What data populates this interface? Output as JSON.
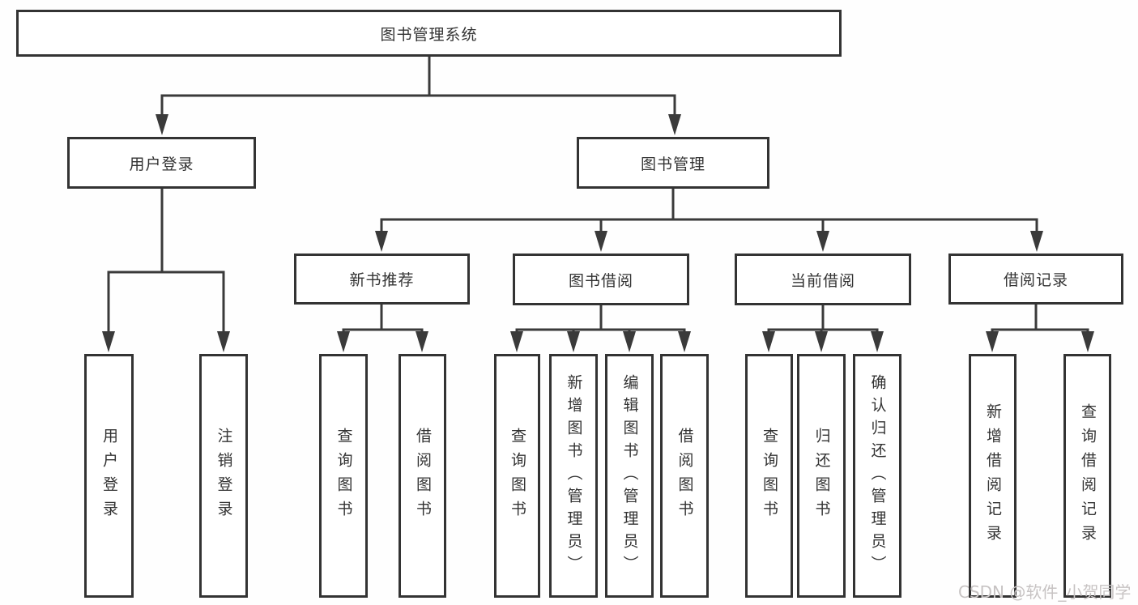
{
  "diagram": {
    "root": {
      "label": "图书管理系统"
    },
    "level2": [
      {
        "label": "用户登录"
      },
      {
        "label": "图书管理"
      }
    ],
    "level3": [
      {
        "label": "新书推荐"
      },
      {
        "label": "图书借阅"
      },
      {
        "label": "当前借阅"
      },
      {
        "label": "借阅记录"
      }
    ],
    "leaves": {
      "user": [
        "用户登录",
        "注销登录"
      ],
      "recommend": [
        "查询图书",
        "借阅图书"
      ],
      "borrow": [
        "查询图书",
        "新增图书（管理员）",
        "编辑图书（管理员）",
        "借阅图书"
      ],
      "current": [
        "查询图书",
        "归还图书",
        "确认归还（管理员）"
      ],
      "records": [
        "新增借阅记录",
        "查询借阅记录"
      ]
    }
  },
  "colors": {
    "box_border": "#333333",
    "connector_line": "#3a3a3a",
    "text": "#333333",
    "watermark": "#c7c3c3",
    "background": "#ffffff"
  },
  "watermark": {
    "text": "CSDN @软件_小贺同学"
  }
}
